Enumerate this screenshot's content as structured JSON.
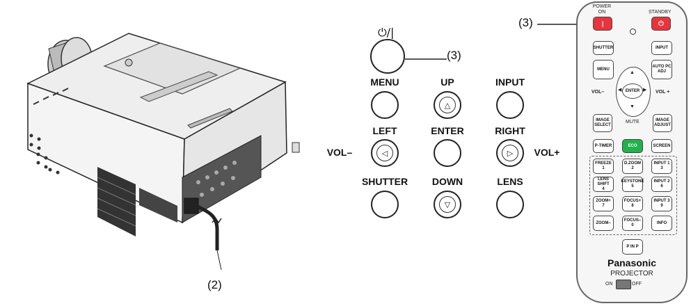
{
  "callouts": {
    "power_remote": "(3)",
    "power_panel": "(3)",
    "power_cord": "(2)"
  },
  "panel": {
    "power_symbol": "⏻/|",
    "keys": {
      "menu": "MENU",
      "up": "UP",
      "input": "INPUT",
      "left": "LEFT",
      "enter": "ENTER",
      "right": "RIGHT",
      "shutter": "SHUTTER",
      "down": "DOWN",
      "lens": "LENS"
    },
    "vol_minus": "VOL–",
    "vol_plus": "VOL+"
  },
  "remote": {
    "power_on": "POWER ON",
    "standby": "STANDBY",
    "shutter": "SHUTTER",
    "input": "INPUT",
    "menu": "MENU",
    "auto_pc_adj": "AUTO PC ADJ",
    "vol_minus": "VOL–",
    "vol_plus": "VOL +",
    "enter": "ENTER",
    "mute": "MUTE",
    "image_select": "IMAGE SELECT",
    "image_adjust": "IMAGE ADJUST",
    "p_timer": "P-TIMER",
    "eco": "ECO",
    "screen": "SCREEN",
    "freeze": "FREEZE",
    "freeze_num": "1",
    "d_zoom": "D.ZOOM",
    "d_zoom_num": "2",
    "input1": "INPUT 1",
    "input1_num": "3",
    "lens_shift": "LENS SHIFT",
    "lens_shift_num": "4",
    "keystone": "KEYSTONE",
    "keystone_num": "5",
    "input2": "INPUT 2",
    "input2_num": "6",
    "zoom_plus": "ZOOM+",
    "zoom_plus_num": "7",
    "focus_plus": "FOCUS+",
    "focus_plus_num": "8",
    "input3": "INPUT 3",
    "input3_num": "9",
    "zoom_minus": "ZOOM–",
    "focus_minus": "FOCUS–",
    "focus_minus_num": "0",
    "info": "INFO",
    "p_in_p": "P IN P",
    "brand": "Panasonic",
    "product": "PROJECTOR",
    "switch_on": "ON",
    "switch_off": "OFF"
  },
  "colors": {
    "power_red": "#e8343b",
    "eco_green": "#22b14c"
  }
}
